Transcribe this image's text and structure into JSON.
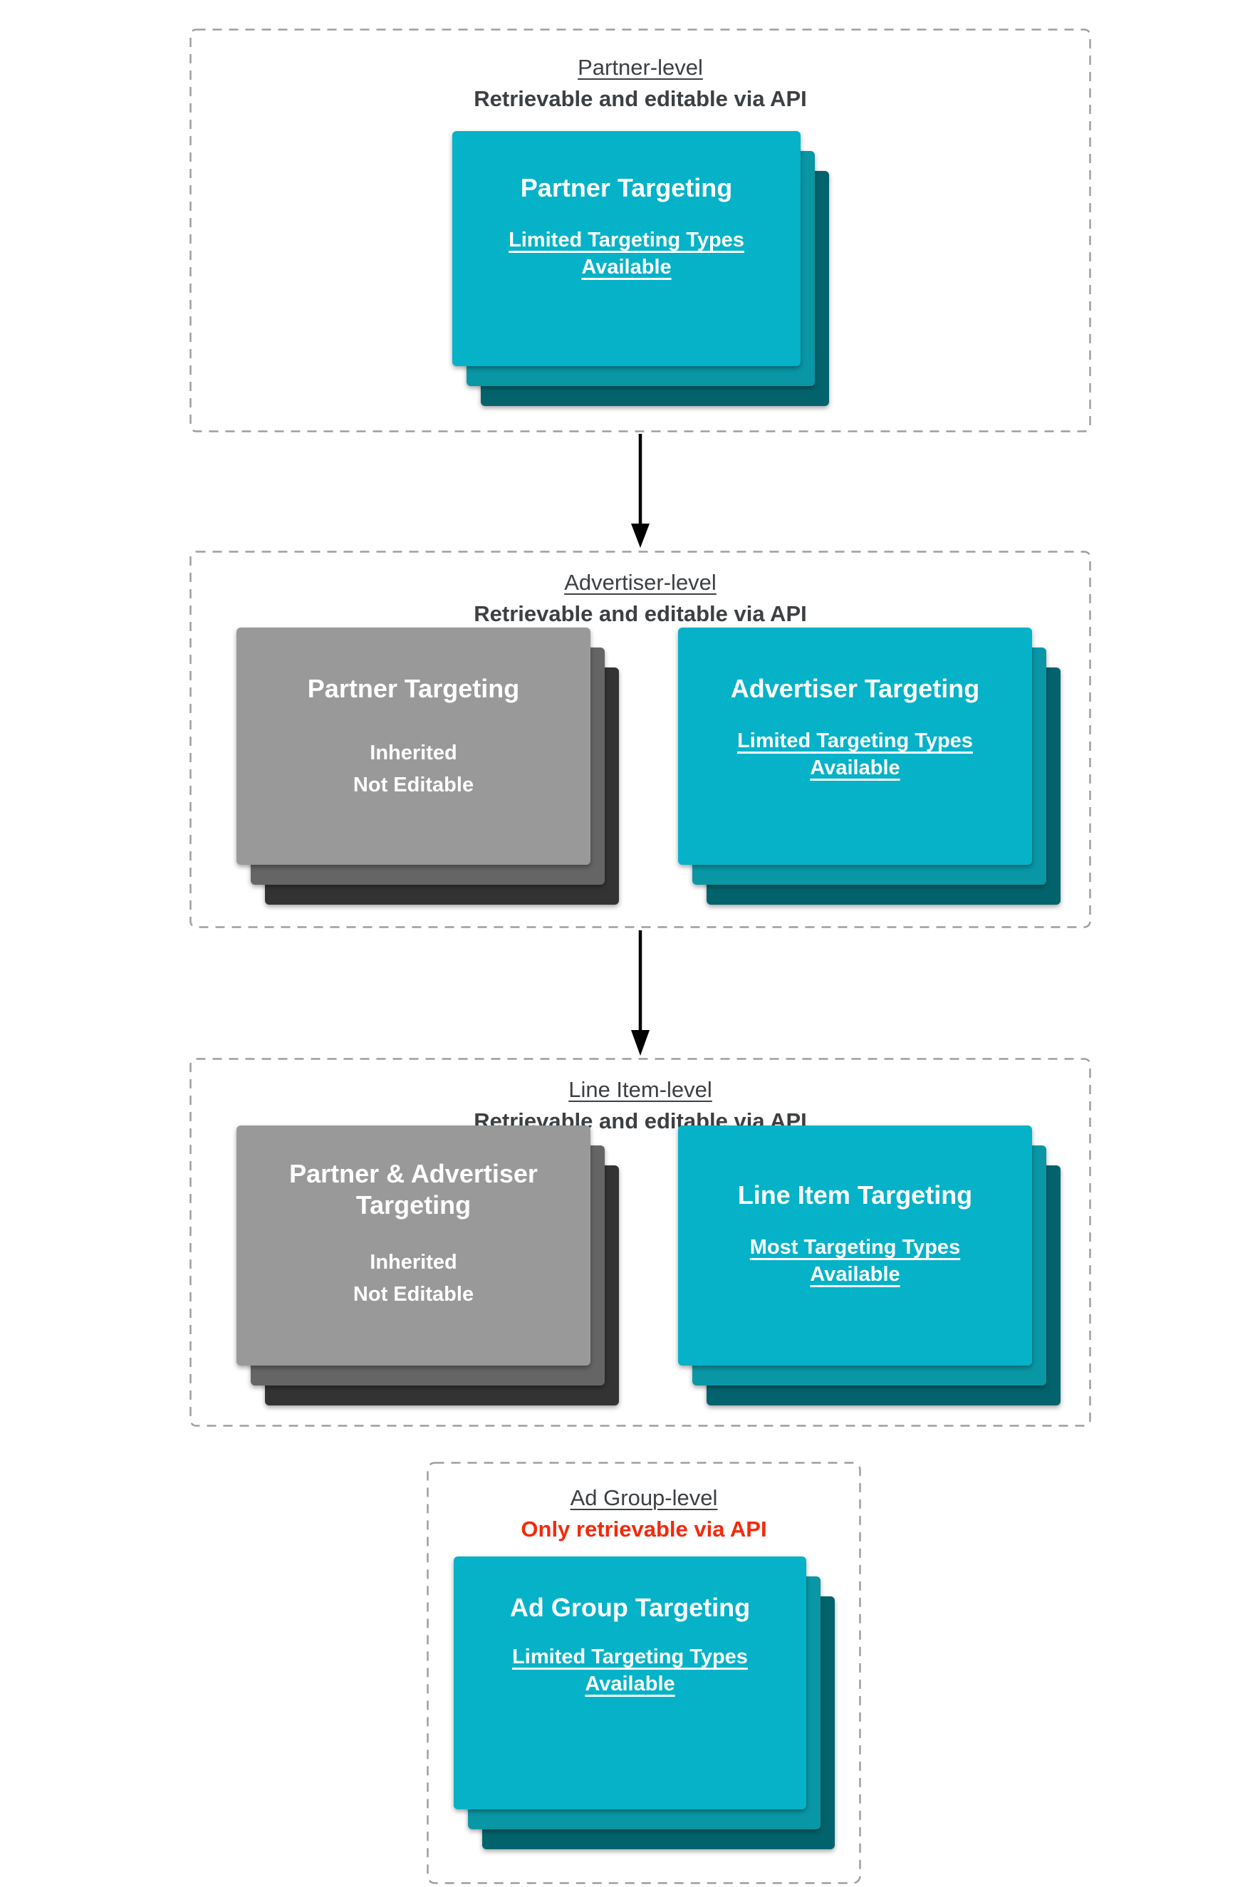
{
  "colors": {
    "teal_main": "#05b2c8",
    "teal_mid": "#0997a6",
    "teal_dark": "#03636d",
    "gray_main": "#999999",
    "gray_mid": "#656565",
    "gray_dark": "#333333",
    "text_dark": "#3c4043",
    "red": "#f4290c",
    "border": "#9e9e9e",
    "arrow": "#000000",
    "card_text": "#ffffff"
  },
  "sections": [
    {
      "title": "Partner-level",
      "subtitle": "Retrievable and editable via API",
      "cards": [
        {
          "variant": "teal",
          "title_lines": [
            "Partner Targeting"
          ],
          "body_lines": [
            "Limited Targeting Types",
            "Available"
          ],
          "body_underlined": true
        }
      ]
    },
    {
      "title": "Advertiser-level",
      "subtitle": "Retrievable and editable via API",
      "cards": [
        {
          "variant": "gray",
          "title_lines": [
            "Partner Targeting"
          ],
          "body_lines": [
            "Inherited",
            "Not Editable"
          ],
          "body_underlined": false
        },
        {
          "variant": "teal",
          "title_lines": [
            "Advertiser Targeting"
          ],
          "body_lines": [
            "Limited Targeting Types",
            "Available"
          ],
          "body_underlined": true
        }
      ]
    },
    {
      "title": "Line Item-level",
      "subtitle": "Retrievable and editable via API",
      "cards": [
        {
          "variant": "gray",
          "title_lines": [
            "Partner & Advertiser",
            "Targeting"
          ],
          "body_lines": [
            "Inherited",
            "Not Editable"
          ],
          "body_underlined": false
        },
        {
          "variant": "teal",
          "title_lines": [
            "Line Item Targeting"
          ],
          "body_lines": [
            "Most Targeting Types",
            "Available"
          ],
          "body_underlined": true
        }
      ]
    },
    {
      "title": "Ad Group-level",
      "subtitle": "Only retrievable via API",
      "cards": [
        {
          "variant": "teal",
          "title_lines": [
            "Ad Group Targeting"
          ],
          "body_lines": [
            "Limited Targeting Types",
            "Available"
          ],
          "body_underlined": true
        }
      ]
    }
  ]
}
